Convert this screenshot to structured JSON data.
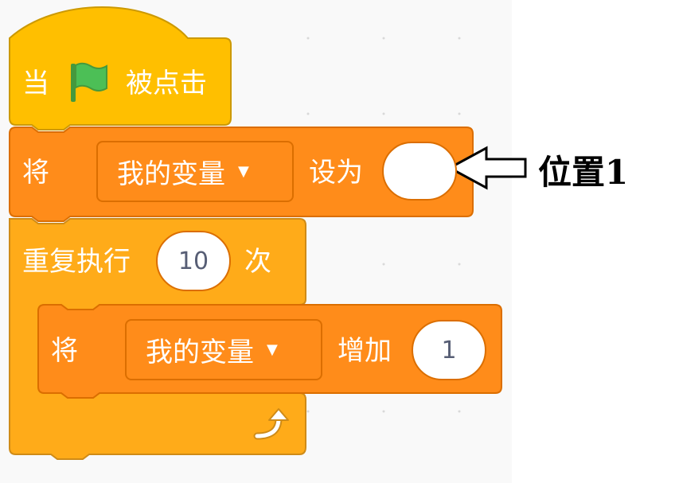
{
  "event_block": {
    "prefix": "当",
    "flag_icon": "green-flag-icon",
    "suffix": "被点击"
  },
  "set_block": {
    "label": "将",
    "variable": "我的变量",
    "to_label": "设为",
    "value": ""
  },
  "repeat_block": {
    "label": "重复执行",
    "count": "10",
    "times_label": "次",
    "loop_icon": "loop-arrow-icon"
  },
  "change_block": {
    "label": "将",
    "variable": "我的变量",
    "by_label": "增加",
    "value": "1"
  },
  "annotation": {
    "text": "位置1",
    "arrow_icon": "hollow-arrow-left-icon"
  },
  "colors": {
    "events": "#ffbf00",
    "variables": "#ff8c1a",
    "control": "#ffab19",
    "flag": "#4cbf56"
  }
}
